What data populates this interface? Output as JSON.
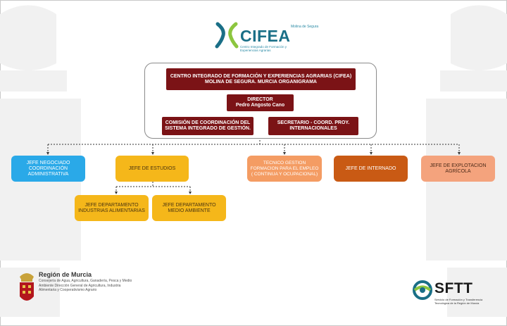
{
  "header": {
    "logo_text": "CIFEA",
    "logo_side": "Molina de Segura",
    "logo_sub": "Centro Integrado de Formación y Experiencias Agrarias"
  },
  "top": {
    "title": "CENTRO INTEGRADO DE FORMACIÓN Y EXPERIENCIAS AGRARIAS (CIFEA) MOLINA DE SEGURA. MURCIA ORGANIGRAMA",
    "director_role": "DIRECTOR",
    "director_name": "Pedro  Angosto Cano",
    "comision": "COMISIÓN DE COORDINACIÓN DEL SISTEMA INTEGRADO DE GESTIÓN.",
    "secretario": "SECRETARIO - COORD. PROY. INTERNACIONALES"
  },
  "units": {
    "negociado": "JEFE  NEGOCIADO COORDINACIÓN ADMINISTRATIVA",
    "estudios": "JEFE  DE  ESTUDIOS",
    "tecnico": "TECNICO GESTION FORMACION PARA EL EMPLEO ( CONTINUA Y OCUPACIONAL)",
    "internado": "JEFE  DE  INTERNADO",
    "explotacion": "JEFE  DE  EXPLOTACION AGRÍCOLA",
    "dep_industrias": "JEFE  DEPARTAMENTO INDUSTRIAS ALIMENTARIAS",
    "dep_medio": "JEFE  DEPARTAMENTO MEDIO AMBIENTE"
  },
  "footer": {
    "region_title": "Región de Murcia",
    "region_sub": "Consejería de Agua, Agricultura, Ganadería, Pesca y Medio Ambiente Dirección General de Agricultura, Industria Alimentaria y Cooperativismo Agrario",
    "sftt_text": "SFTT",
    "sftt_sub": "Servicio de Formación y Transferencia Tecnológica de la Región de Murcia"
  },
  "colors": {
    "dark_red": "#7b1316",
    "cyan": "#2aa9e8",
    "gold": "#f5b71a",
    "peach": "#f49c63",
    "rust": "#c95a14",
    "salmon": "#f4a37d",
    "teal": "#1a6f87",
    "green": "#8cc63f"
  }
}
